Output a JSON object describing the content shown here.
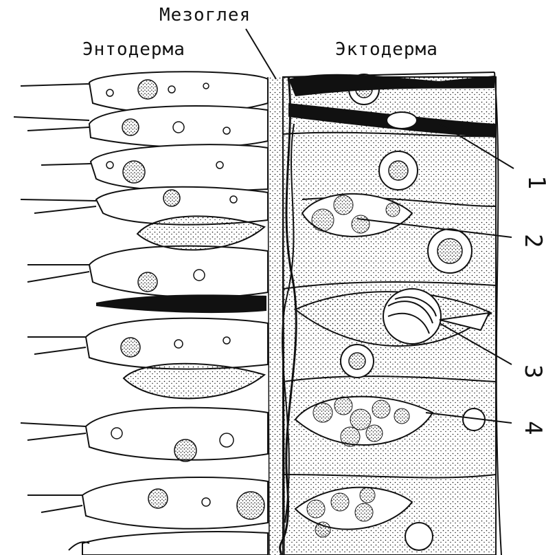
{
  "labels": {
    "mesoglea": "Мезоглея",
    "entoderm": "Энтодерма",
    "ectoderm": "Эктодерма"
  },
  "callouts": [
    "1",
    "2",
    "3",
    "4"
  ],
  "colors": {
    "ink": "#111111",
    "paper": "#ffffff"
  }
}
